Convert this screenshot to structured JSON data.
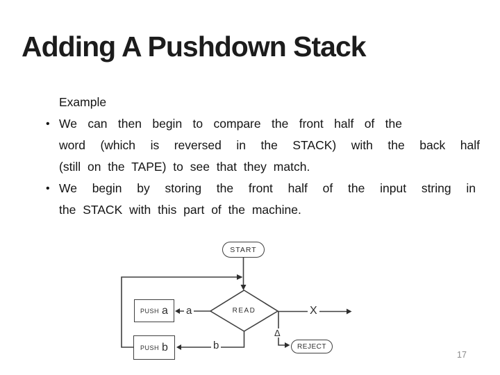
{
  "slide": {
    "title": "Adding A Pushdown Stack",
    "page_number": "17",
    "colors": {
      "text": "#141414",
      "diagram_line": "#3f3f3f",
      "page_number_gray": "#8a8a8a"
    }
  },
  "body": {
    "intro": "Example",
    "bullets": [
      {
        "marker": "•",
        "lines": [
          "We can then begin to compare the front half of the",
          "word (which is reversed in the STACK) with the back half",
          "(still on the TAPE) to see that they match."
        ]
      },
      {
        "marker": "•",
        "lines": [
          "We begin by storing the front half of the input string in",
          "the STACK with this part of the machine."
        ]
      }
    ]
  },
  "diagram": {
    "nodes": {
      "start": "START",
      "read": "READ",
      "push_a": {
        "verb": "PUSH",
        "symbol": "a"
      },
      "push_b": {
        "verb": "PUSH",
        "symbol": "b"
      },
      "reject": "REJECT"
    },
    "edge_labels": {
      "a": "a",
      "b": "b",
      "x": "X",
      "delta": "Δ"
    }
  }
}
